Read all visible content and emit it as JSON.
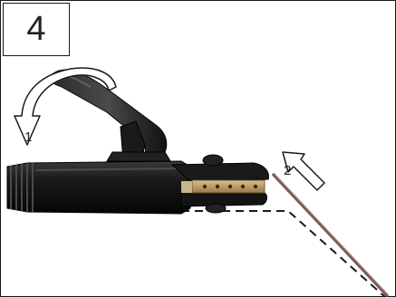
{
  "step": {
    "number": "4"
  },
  "callouts": {
    "arrow_1": "1",
    "arrow_2": "2"
  },
  "colors": {
    "holder_body": "#1c1c1c",
    "rod": "#7a5a55",
    "outline": "#1a1a1a"
  },
  "icons": {
    "holder": "electrode-holder-icon",
    "rotate_arrow": "curved-arrow-icon",
    "insert_arrow": "straight-arrow-icon",
    "rod": "electrode-rod-icon"
  }
}
